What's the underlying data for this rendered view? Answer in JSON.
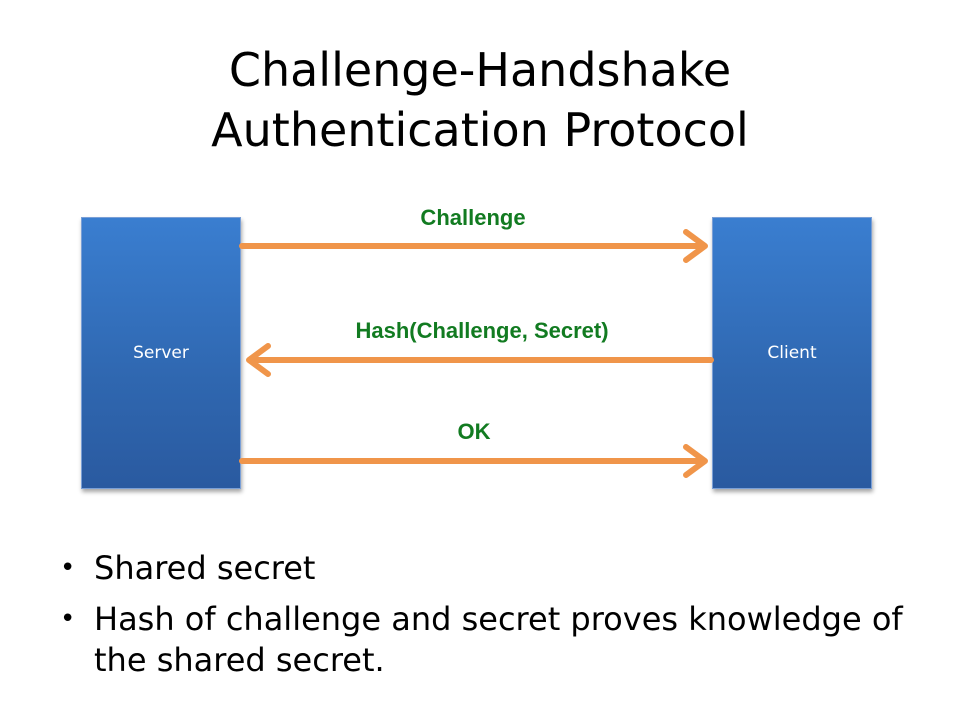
{
  "slide": {
    "title_line1": "Challenge-Handshake",
    "title_line2": "Authentication Protocol"
  },
  "diagram": {
    "left_box": "Server",
    "right_box": "Client",
    "messages": [
      {
        "label": "Challenge",
        "direction": "server-to-client"
      },
      {
        "label": "Hash(Challenge, Secret)",
        "direction": "client-to-server"
      },
      {
        "label": "OK",
        "direction": "server-to-client"
      }
    ],
    "colors": {
      "box_fill": "#3a7ed0",
      "arrow": "#f0954a",
      "label_text": "#127b21"
    }
  },
  "bullets": [
    "Shared secret",
    "Hash of challenge and secret proves knowledge of the shared secret."
  ]
}
